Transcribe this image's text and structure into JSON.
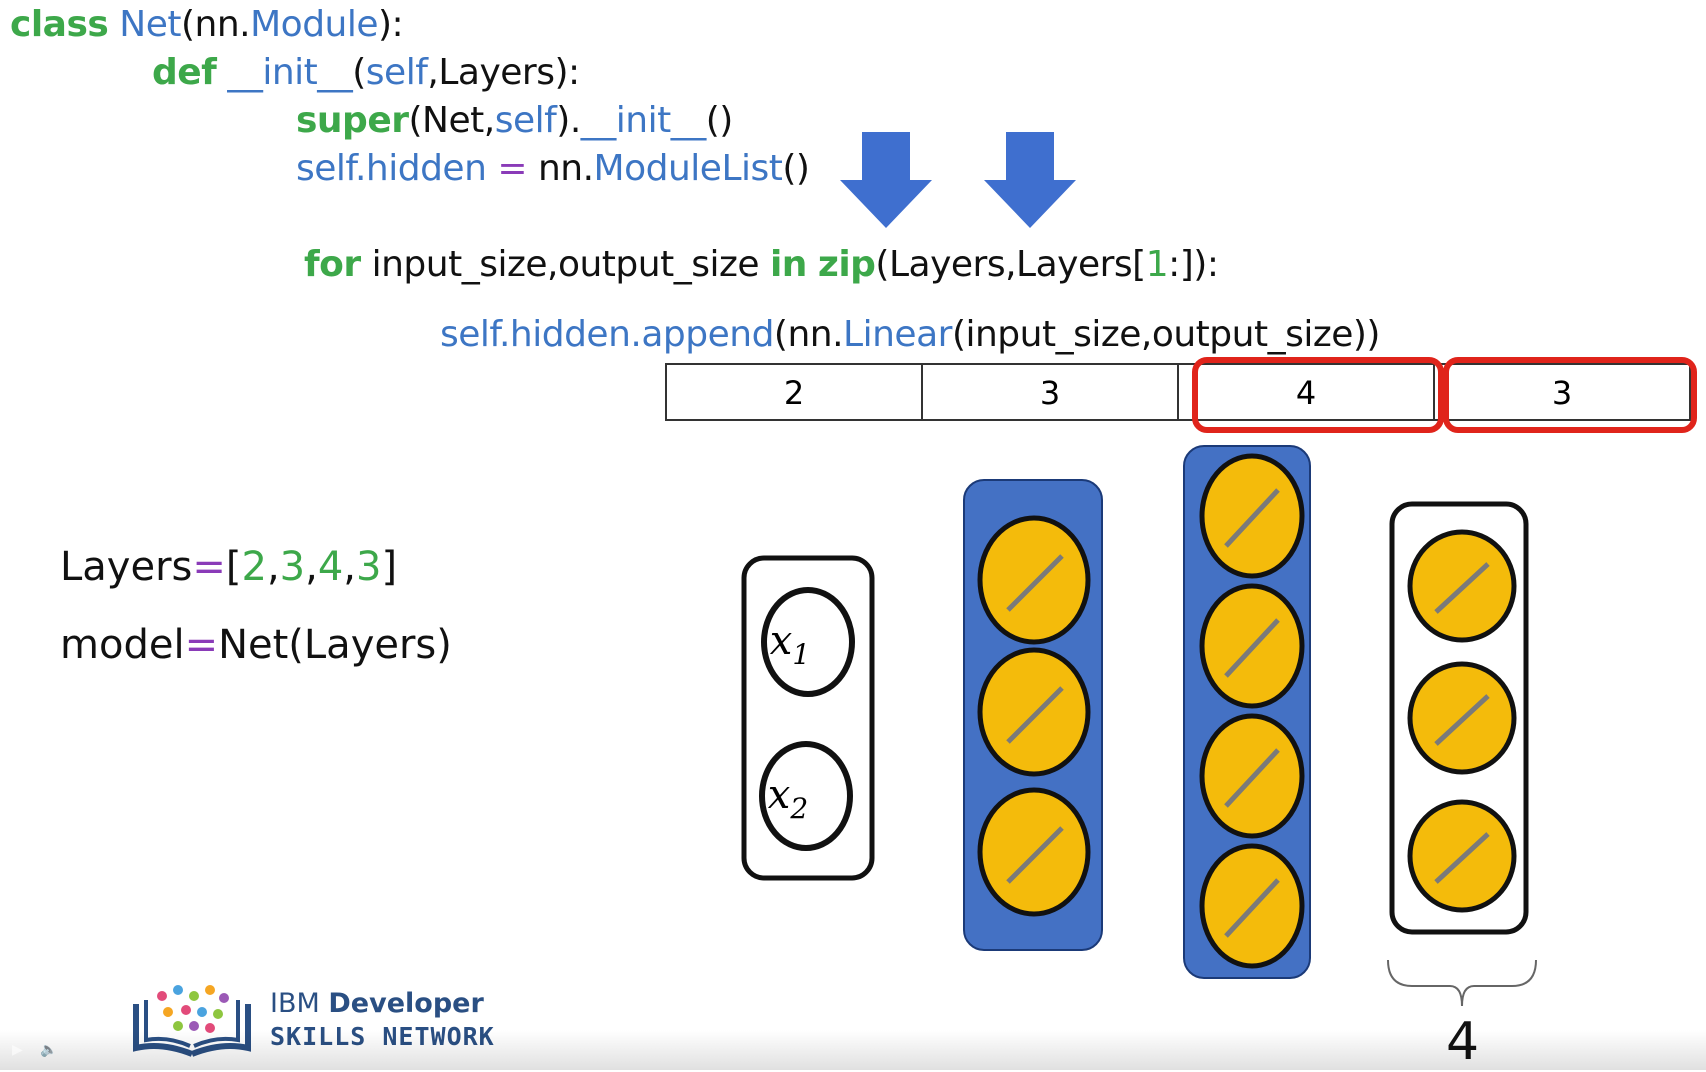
{
  "code": {
    "l1": {
      "kw": "class",
      "name": "Net",
      "p1": "(nn.",
      "base": "Module",
      "p2": "):"
    },
    "l2": {
      "kw": "def",
      "fn": "__init__",
      "p1": "(",
      "self": "self",
      "p2": ",Layers):"
    },
    "l3": {
      "kw": "super",
      "p1": "(Net,",
      "self": "self",
      "p2": ").",
      "fn": "__init__",
      "p3": "()"
    },
    "l4": {
      "self": "self",
      "attr": ".hidden",
      "eq": " = ",
      "nn": "nn.",
      "cls": "ModuleList",
      "p": "()"
    },
    "l5": {
      "kw": "for",
      "mid": " input_size,output_size ",
      "in": "in",
      "zip": "zip",
      "p1": "(Layers,Layers[",
      "one": "1",
      "p2": ":]):"
    },
    "l6": {
      "self": "self",
      "attr": ".hidden.append",
      "p1": "(nn.",
      "cls": "Linear",
      "p2": "(input_size,output_size))"
    }
  },
  "declarations": {
    "layers_name": "Layers",
    "layers_eq": "=",
    "layers_open": "[",
    "layers_vals": [
      "2",
      "3",
      "4",
      "3"
    ],
    "layers_close": "]",
    "model_name": "model",
    "model_eq": "=",
    "model_call": "Net(Layers)"
  },
  "layer_boxes": [
    "2",
    "3",
    "4",
    "3"
  ],
  "inputs": {
    "x1_base": "x",
    "x1_sub": "1",
    "x2_base": "x",
    "x2_sub": "2"
  },
  "layer_neurons": [
    2,
    3,
    4,
    3
  ],
  "brace_label": "4",
  "logo": {
    "line1_a": "IBM ",
    "line1_b": "Developer",
    "line2": "SKILLS NETWORK"
  },
  "colors": {
    "keyword_green": "#3da84a",
    "identifier_blue": "#3d76c4",
    "operator_purple": "#8a3bb8",
    "arrow_blue": "#3f6fcf",
    "layer_fill_blue": "#4471c4",
    "neuron_yellow": "#f4bb0b",
    "highlight_red": "#e0241b"
  }
}
